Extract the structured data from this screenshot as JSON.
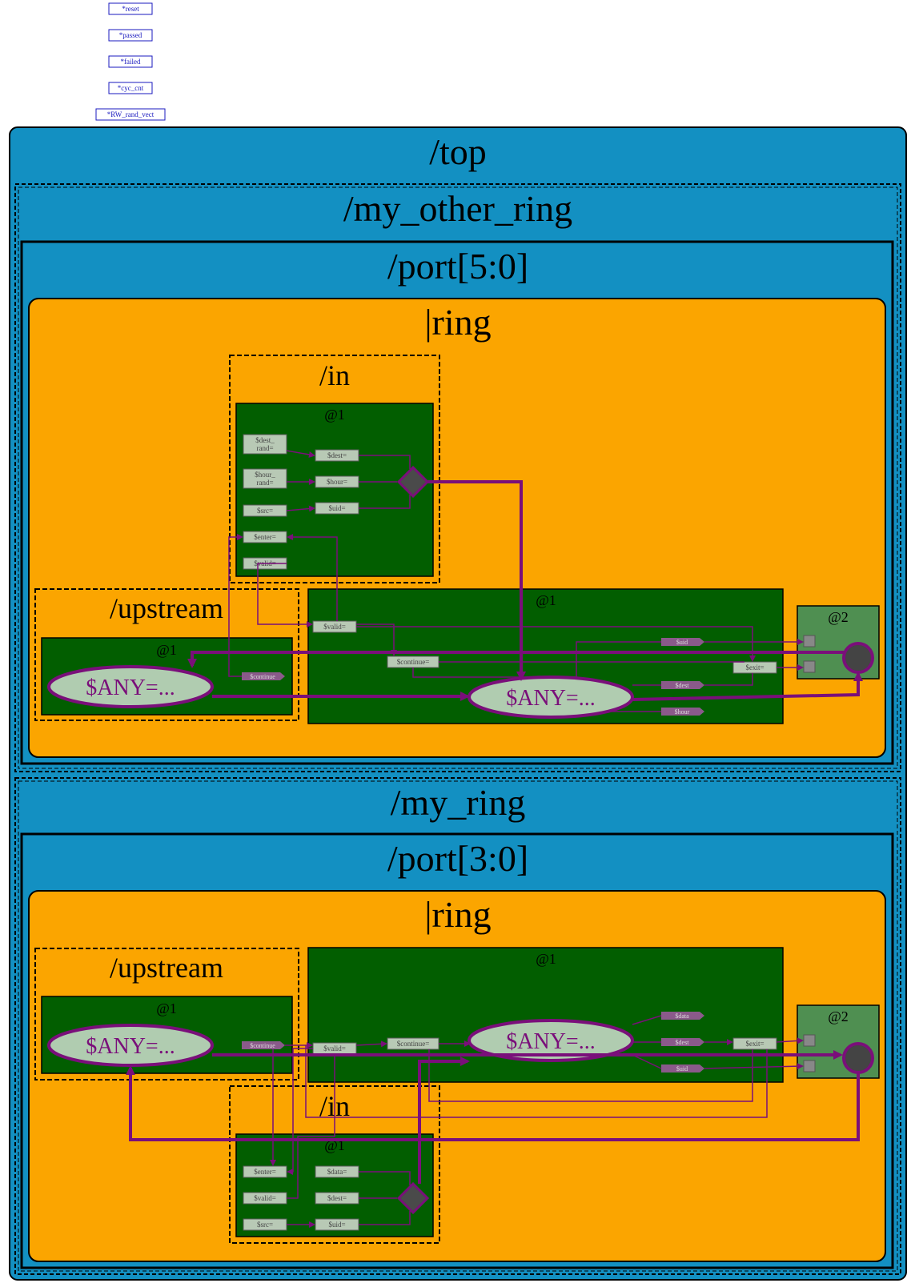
{
  "globals": [
    "*reset",
    "*passed",
    "*failed",
    "*cyc_cnt",
    "*RW_rand_vect"
  ],
  "scopes": {
    "top": "/top",
    "my_other_ring": "/my_other_ring",
    "port_a": "/port[5:0]",
    "ring_a": "|ring",
    "my_ring": "/my_ring",
    "port_b": "/port[3:0]",
    "ring_b": "|ring"
  },
  "ring_a": {
    "in_label": "/in",
    "in_stage": "@1",
    "in_sigs": [
      "$dest_\nrand=",
      "$hour_\nrand=",
      "$src=",
      "$enter=",
      "$valid="
    ],
    "in_assigns": [
      "$dest=",
      "$hour=",
      "$uid="
    ],
    "upstream_label": "/upstream",
    "upstream_stage": "@1",
    "upstream_any": "$ANY=...",
    "upstream_out": "$continue",
    "main_stage": "@1",
    "main_valid": "$valid=",
    "main_continue": "$continue=",
    "main_any": "$ANY=...",
    "main_outs": [
      "$uid",
      "$dest",
      "$hour"
    ],
    "main_exit": "$exit=",
    "stage2": "@2"
  },
  "ring_b": {
    "upstream_label": "/upstream",
    "upstream_stage": "@1",
    "upstream_any": "$ANY=...",
    "upstream_out": "$continue",
    "main_stage": "@1",
    "main_valid": "$valid=",
    "main_continue": "$continue=",
    "main_any": "$ANY=...",
    "main_outs": [
      "$data",
      "$dest",
      "$uid"
    ],
    "main_exit": "$exit=",
    "stage2": "@2",
    "in_label": "/in",
    "in_stage": "@1",
    "in_sigs": [
      "$enter=",
      "$valid=",
      "$src="
    ],
    "in_assigns": [
      "$data=",
      "$dest=",
      "$uid="
    ]
  },
  "colors": {
    "top_bg": "#1390c2",
    "ring_bg": "#fba500",
    "stage_green": "#025e00",
    "stage2_green": "#4f8f51",
    "wire": "#7a0f7a",
    "sig_fill": "#b8c9b5",
    "any_fill": "#b0ccb0",
    "global_border": "#1a1abf"
  }
}
